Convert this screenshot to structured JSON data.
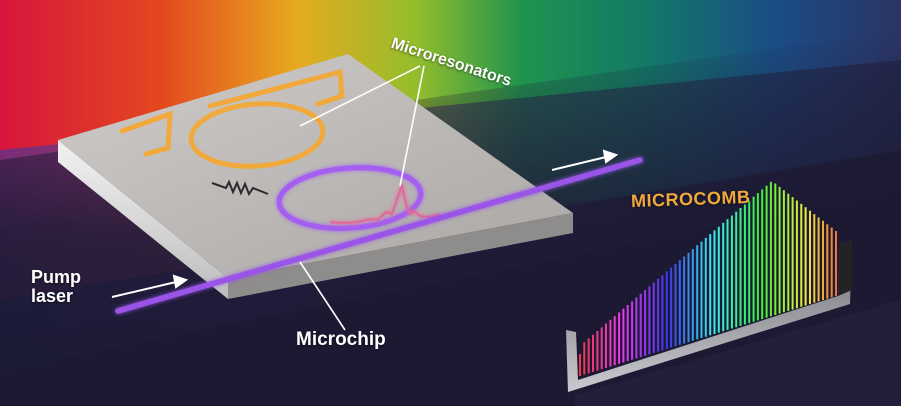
{
  "labels": {
    "microresonators": "Microresonators",
    "microchip": "Microchip",
    "pump_line1": "Pump",
    "pump_line2": "laser",
    "microcomb": "MICROCOMB"
  },
  "colors": {
    "microcomb_label": "#f2a93b",
    "orange_resonator": "#f2a93b",
    "purple_resonator": "#a45ff0",
    "waveguide": "#9a55e8",
    "chip_top": "#b9b6b3",
    "background_dark": "#1c1a33"
  },
  "icons": {
    "resistor": "resistor-symbol",
    "arrows": "arrow-right"
  }
}
